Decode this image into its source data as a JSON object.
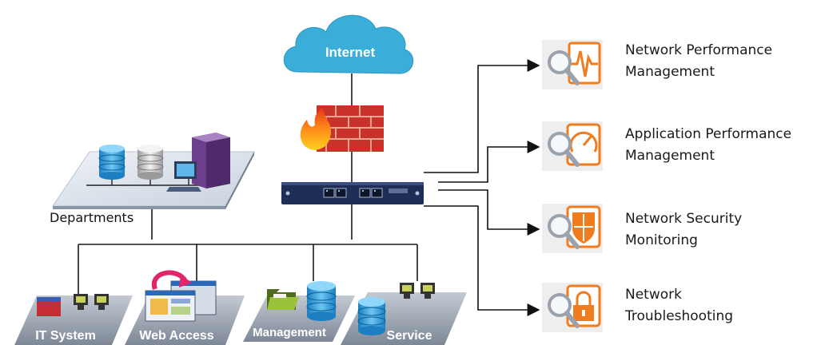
{
  "cloud": {
    "label": "Internet"
  },
  "departments": {
    "label": "Departments"
  },
  "platforms": [
    {
      "label": "IT System"
    },
    {
      "label": "Web Access"
    },
    {
      "label": "Management"
    },
    {
      "label": "Service"
    }
  ],
  "monitors": [
    {
      "line1": "Network Performance",
      "line2": "Management",
      "icon": "pulse-chart-magnifier-icon"
    },
    {
      "line1": "Application Performance",
      "line2": "Management",
      "icon": "speed-gauge-magnifier-icon"
    },
    {
      "line1": "Network Security",
      "line2": "Monitoring",
      "icon": "shield-magnifier-icon"
    },
    {
      "line1": "Network",
      "line2": "Troubleshooting",
      "icon": "lock-magnifier-icon"
    }
  ],
  "colors": {
    "cloud": "#3aaed8",
    "accent_orange": "#f07c1e",
    "firewall": "#c9322b",
    "appliance": "#1d2e57",
    "platform": "#8a94a3"
  }
}
